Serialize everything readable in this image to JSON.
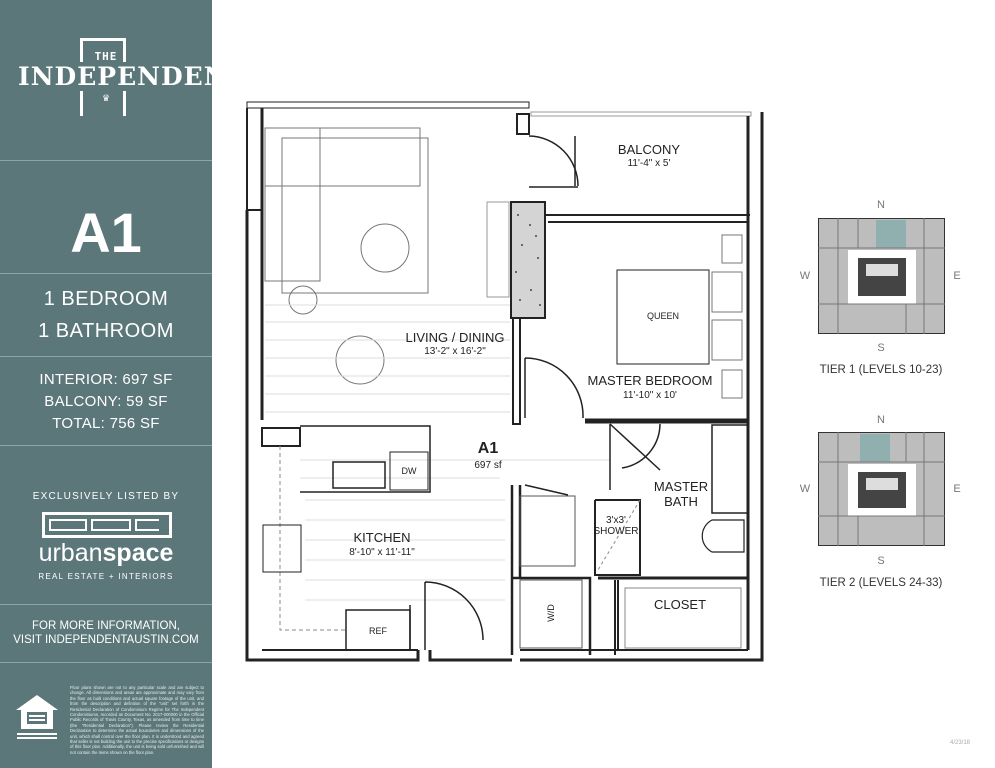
{
  "sidebar": {
    "logo": {
      "top": "THE",
      "main": "INDEPENDENT"
    },
    "unit_name": "A1",
    "bedrooms": "1 BEDROOM",
    "bathrooms": "1 BATHROOM",
    "interior": "INTERIOR: 697 SF",
    "balcony": "BALCONY: 59 SF",
    "total": "TOTAL: 756 SF",
    "listed_by": "EXCLUSIVELY LISTED BY",
    "broker": {
      "name_light": "urban",
      "name_bold": "space",
      "tagline": "REAL ESTATE + INTERIORS"
    },
    "info_line1": "FOR MORE INFORMATION,",
    "info_line2": "VISIT INDEPENDENTAUSTIN.COM",
    "eho_logo": "EQUAL HOUSING OPPORTUNITY",
    "disclaimer": "Floor plans shown are not to any particular scale and are subject to change. All dimensions and areas are approximate and may vary from the floor as built conditions and actual square footage of the unit, and from the description and definition of the \"unit\" set forth in the Residential Declaration of Condominium Regime for The Independent Condominiums, recorded as Document No. 2017-000000 in the Official Public Records of Travis County, Texas, as amended from time to time (the \"Residential Declaration\"). Please review the Residential Declaration to determine the actual boundaries and dimensions of the unit, which shall control over the floor plan. It is understood and agreed that seller is not building the unit to the precise specifications or designs of this floor plan. Additionally, the unit is being sold unfurnished and will not contain the items shown on the floor plan."
  },
  "plan": {
    "unit_label": "A1",
    "unit_area": "697 sf",
    "rooms": [
      {
        "name": "BALCONY",
        "dims": "11'-4\" x 5'"
      },
      {
        "name": "LIVING / DINING",
        "dims": "13'-2\" x 16'-2\""
      },
      {
        "name": "MASTER BEDROOM",
        "dims": "11'-10\" x 10'"
      },
      {
        "name": "KITCHEN",
        "dims": "8'-10\" x 11'-11\""
      },
      {
        "name": "MASTER BATH",
        "dims": ""
      },
      {
        "name": "CLOSET",
        "dims": ""
      }
    ],
    "fixtures": {
      "bed": "QUEEN",
      "dishwasher": "DW",
      "fridge": "REF",
      "washer_dryer": "W/D",
      "shower_line1": "3'x3'",
      "shower_line2": "SHOWER",
      "bath_line1": "MASTER",
      "bath_line2": "BATH"
    }
  },
  "keyplans": [
    {
      "label": "TIER 1 (LEVELS 10-23)",
      "compass": {
        "n": "N",
        "s": "S",
        "e": "E",
        "w": "W"
      },
      "highlight": "north-center"
    },
    {
      "label": "TIER 2 (LEVELS 24-33)",
      "compass": {
        "n": "N",
        "s": "S",
        "e": "E",
        "w": "W"
      },
      "highlight": "north-left"
    }
  ],
  "date": "4/23/18",
  "colors": {
    "sidebar": "#5b7779",
    "highlight": "#8fb0ae",
    "granite": "#cccccc"
  }
}
